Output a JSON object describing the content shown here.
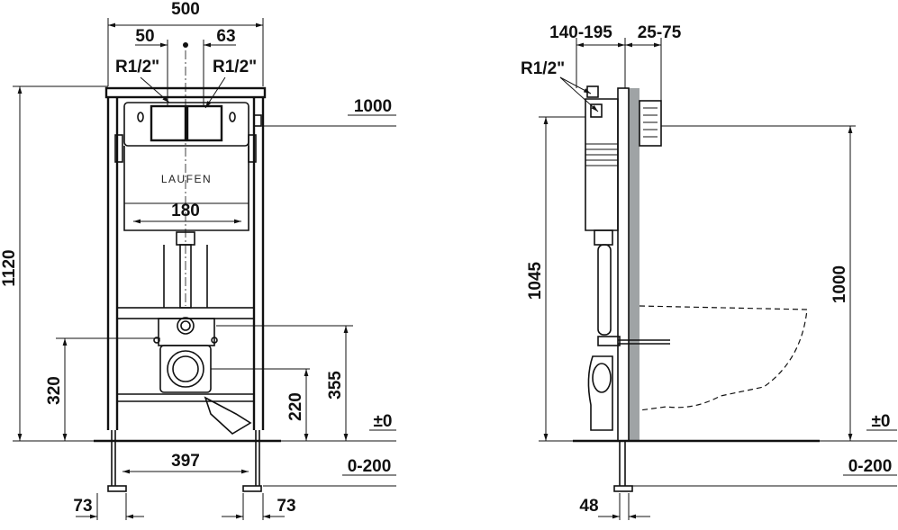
{
  "front_view": {
    "width_total": "500",
    "offset_left": "50",
    "offset_right": "63",
    "thread_left": "R1/2\"",
    "thread_right": "R1/2\"",
    "cistern_brand": "LAUFEN",
    "drain_width": "180",
    "height_total": "1120",
    "height_ref_right": "1000",
    "inlet_height": "320",
    "outlet_height": "220",
    "drain_height": "355",
    "floor_level": "±0",
    "feet_spacing": "397",
    "adjust_range": "0-200",
    "foot_left": "73",
    "foot_right": "73"
  },
  "side_view": {
    "depth_range": "140-195",
    "wall_range": "25-75",
    "thread": "R1/2\"",
    "height_left": "1045",
    "height_right": "1000",
    "floor_level": "±0",
    "adjust_range": "0-200",
    "foot_depth": "48"
  },
  "colors": {
    "line": "#111111",
    "wall_fill": "#9fa3a5"
  }
}
